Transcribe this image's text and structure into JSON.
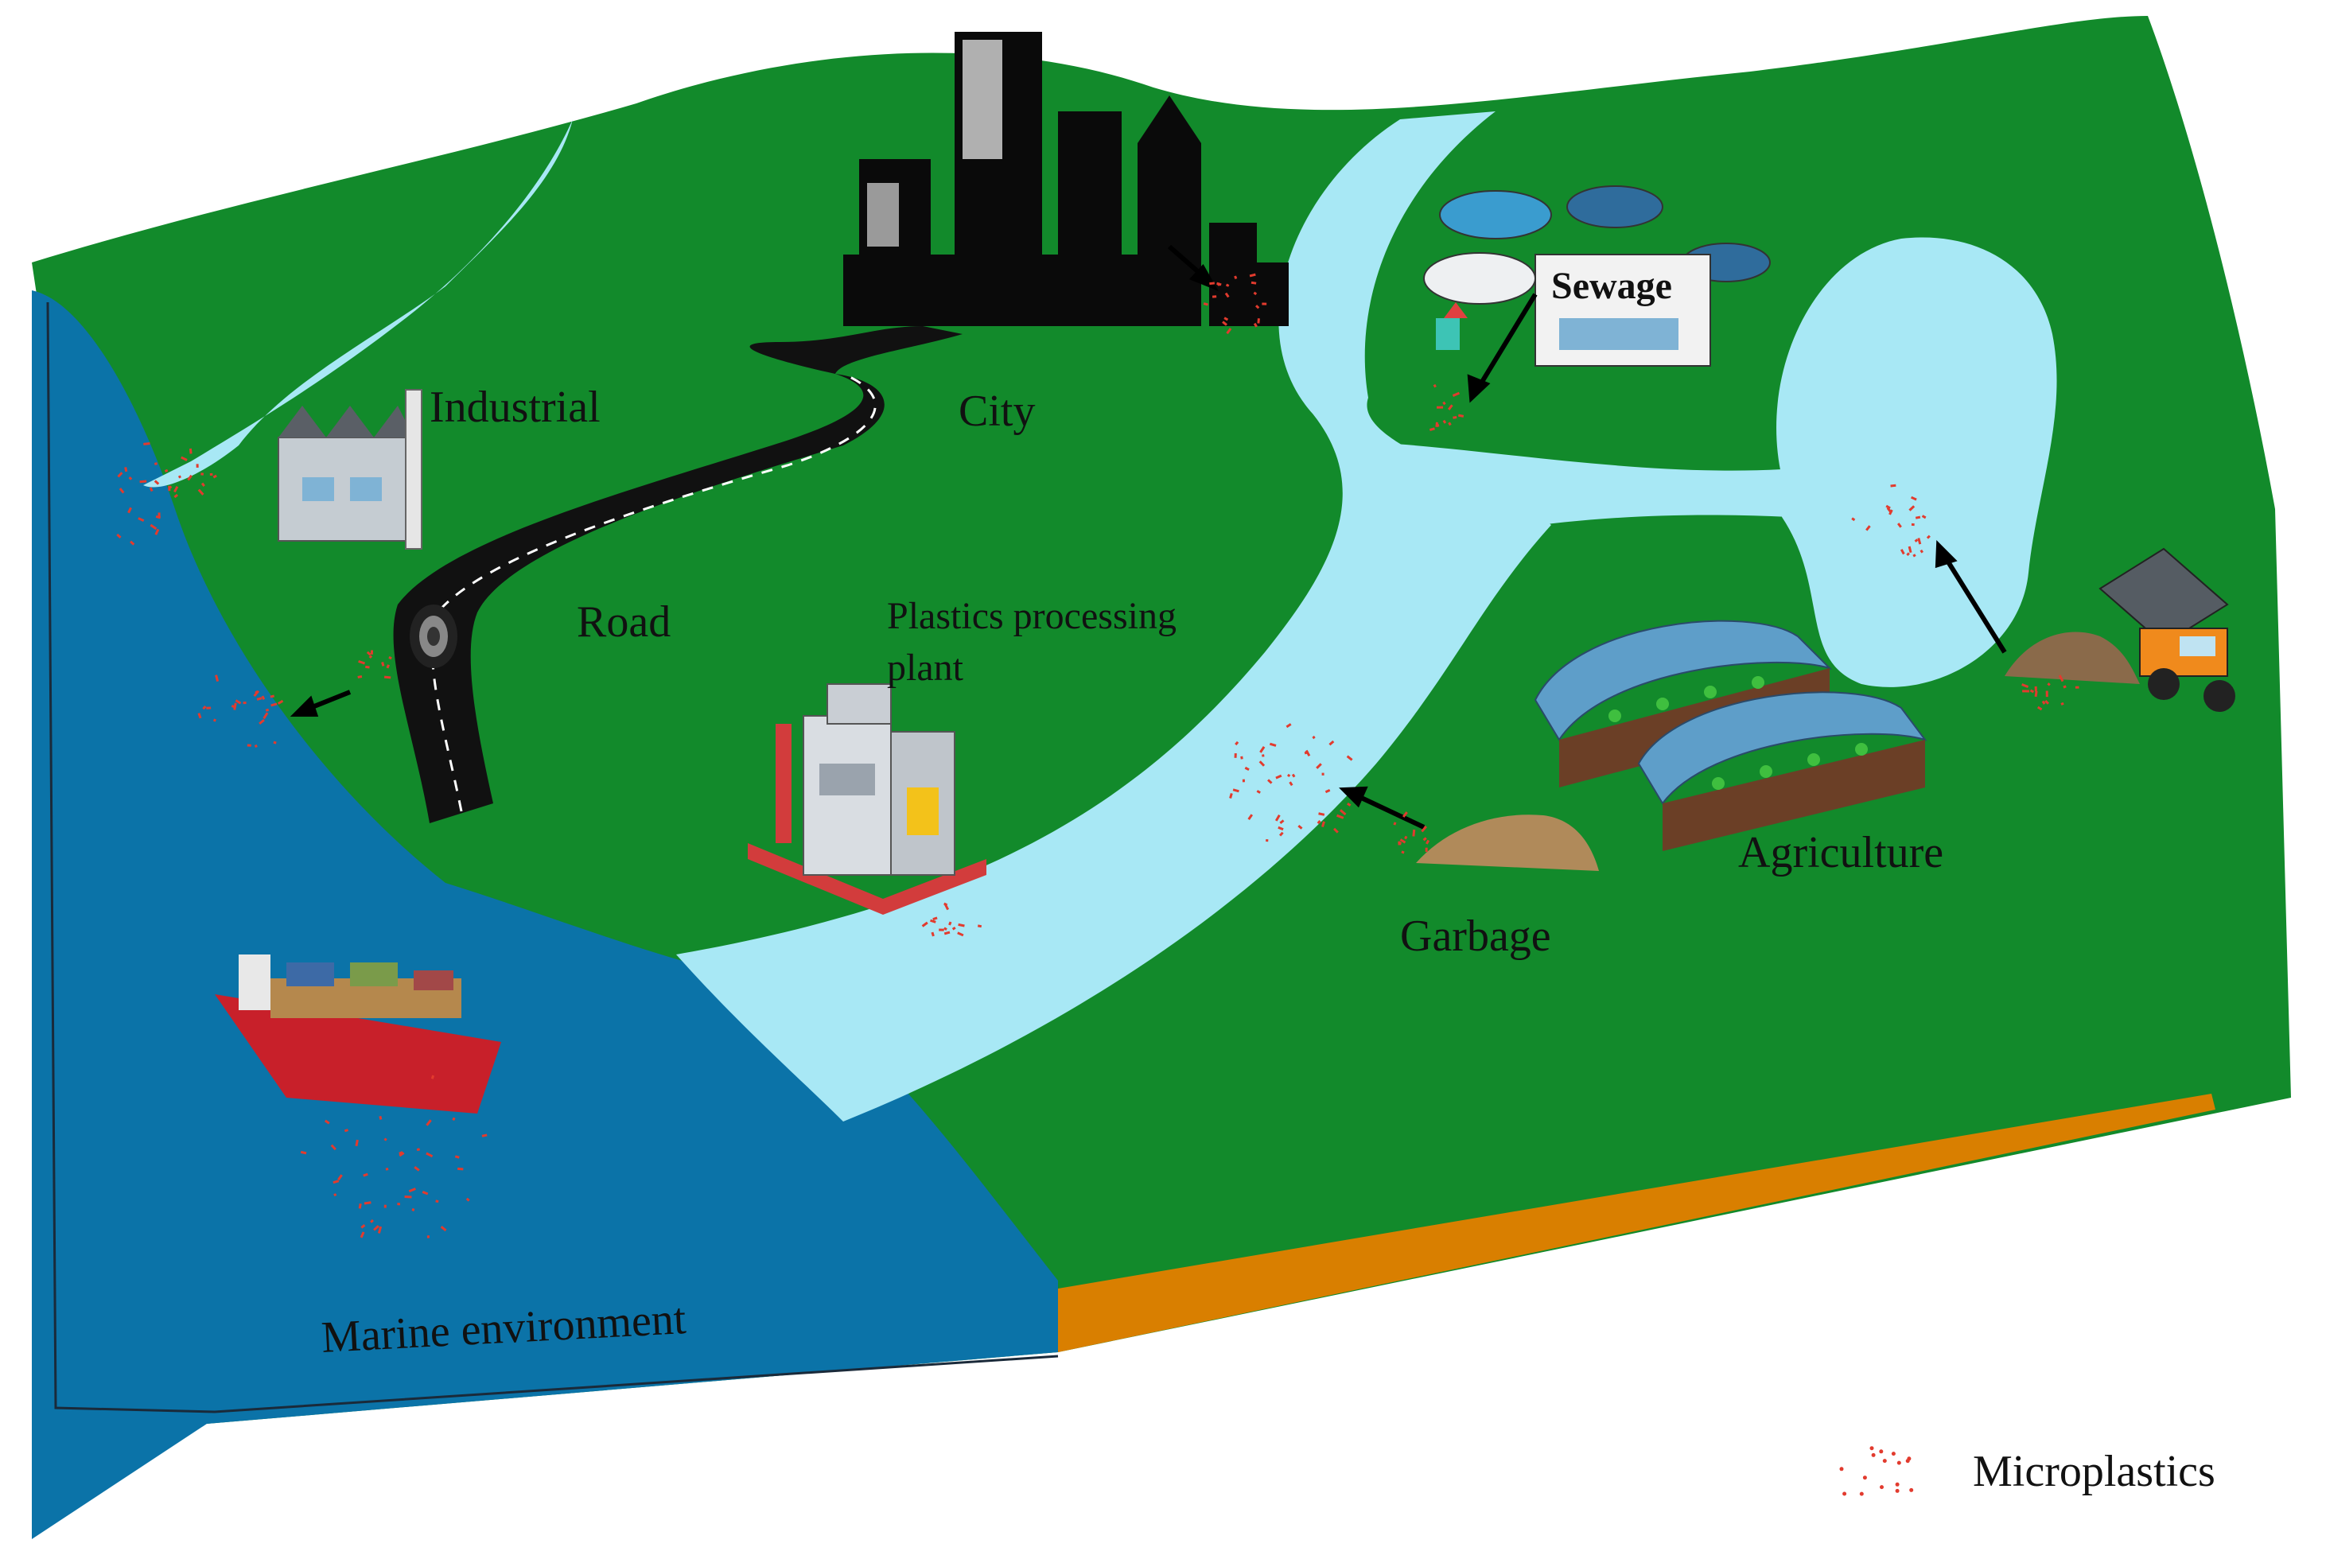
{
  "labels": {
    "industrial": "Industrial",
    "city": "City",
    "sewage": "Sewage",
    "road": "Road",
    "plastics_plant_line1": "Plastics processing",
    "plastics_plant_line2": "plant",
    "agriculture": "Agriculture",
    "garbage": "Garbage",
    "marine": "Marine environment"
  },
  "legend": {
    "microplastics": "Microplastics"
  },
  "colors": {
    "land": "#128a2b",
    "river": "#a8e8f5",
    "sea": "#0b73a8",
    "soil_edge": "#d97f00",
    "microplastic": "#e23b2e",
    "arrow": "#000000",
    "silhouette": "#0a0a0a"
  },
  "icons": [
    "factory-icon",
    "city-skyline-icon",
    "sewage-plant-icon",
    "road-icon",
    "tire-icon",
    "plastics-plant-icon",
    "greenhouse-icon",
    "garbage-pile-icon",
    "dump-truck-icon",
    "cargo-ship-icon",
    "microplastics-icon"
  ]
}
